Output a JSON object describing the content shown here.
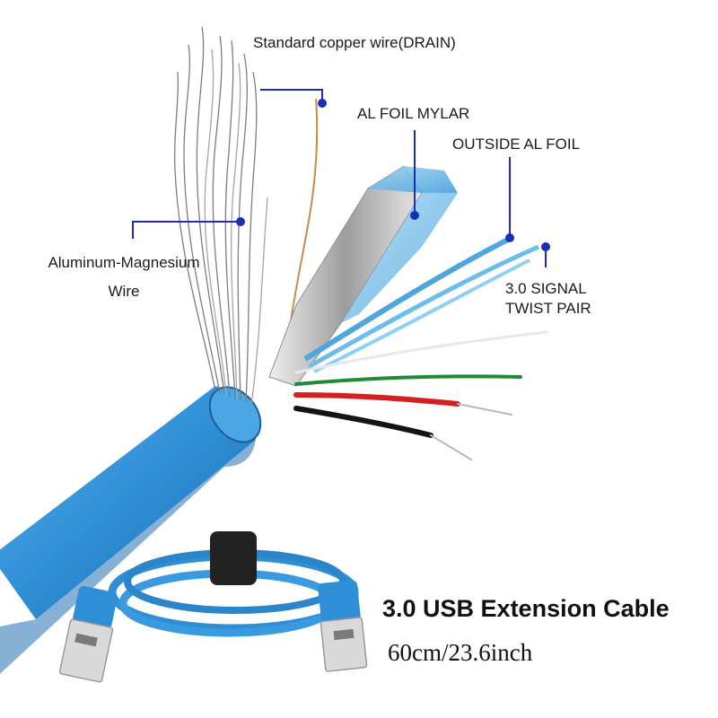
{
  "labels": {
    "drain": "Standard copper wire(DRAIN)",
    "al_foil_mylar": "AL FOIL MYLAR",
    "outside_al_foil": "OUTSIDE AL FOIL",
    "aluminum_magnesium_line1": "Aluminum-Magnesium",
    "aluminum_magnesium_line2": "Wire",
    "signal_line1": "3.0 SIGNAL",
    "signal_line2": "TWIST PAIR"
  },
  "product": {
    "title": "3.0 USB Extension Cable",
    "length": "60cm/23.6inch"
  },
  "colors": {
    "cable_blue": "#2f8fd6",
    "cable_dark": "#1f6fae",
    "leader_line": "#1a2fb8",
    "marker_dot": "#1a2fb8",
    "braid": "#8a8a8a",
    "foil": "#c9c9c9",
    "wire_red": "#d42020",
    "wire_green": "#1e8a3a",
    "wire_white": "#f2f2f2",
    "wire_black": "#141414",
    "drain_copper": "#c98a4a"
  }
}
